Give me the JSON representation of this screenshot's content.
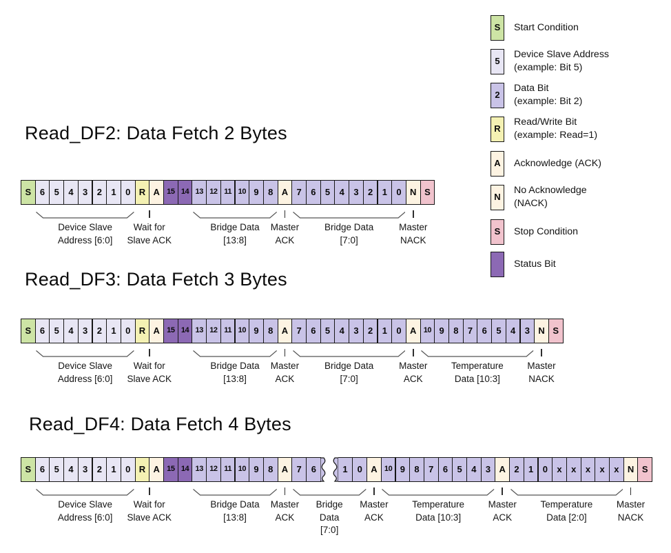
{
  "colors": {
    "start": "#cde4a5",
    "addr": "#e8e6f4",
    "data": "#c9c3e7",
    "status": "#8c69b4",
    "rw": "#f4f1b3",
    "ack": "#fdf3e2",
    "stop": "#f1c3cd",
    "border": "#161616",
    "brace": "#555555"
  },
  "legend": {
    "items": [
      {
        "symbol": "S",
        "kind": "start",
        "lines": [
          "Start Condition"
        ]
      },
      {
        "symbol": "5",
        "kind": "addr",
        "lines": [
          "Device Slave Address",
          "(example: Bit 5)"
        ]
      },
      {
        "symbol": "2",
        "kind": "data",
        "lines": [
          "Data Bit",
          "(example: Bit 2)"
        ]
      },
      {
        "symbol": "R",
        "kind": "rw",
        "lines": [
          "Read/Write Bit",
          "(example: Read=1)"
        ]
      },
      {
        "symbol": "A",
        "kind": "ack",
        "lines": [
          "Acknowledge (ACK)"
        ]
      },
      {
        "symbol": "N",
        "kind": "ack",
        "lines": [
          "No Acknowledge",
          "(NACK)"
        ]
      },
      {
        "symbol": "S",
        "kind": "stop",
        "lines": [
          "Stop Condition"
        ]
      },
      {
        "symbol": "",
        "kind": "status",
        "lines": [
          "Status Bit"
        ]
      }
    ]
  },
  "frames": [
    {
      "title": "Read_DF2: Data Fetch 2 Bytes",
      "cells": [
        [
          "S",
          "start"
        ],
        [
          "6",
          "addr"
        ],
        [
          "5",
          "addr"
        ],
        [
          "4",
          "addr"
        ],
        [
          "3",
          "addr"
        ],
        [
          "2",
          "addr"
        ],
        [
          "1",
          "addr"
        ],
        [
          "0",
          "addr"
        ],
        [
          "R",
          "rw"
        ],
        [
          "A",
          "ack"
        ],
        [
          "15",
          "status"
        ],
        [
          "14",
          "status"
        ],
        [
          "13",
          "data"
        ],
        [
          "12",
          "data"
        ],
        [
          "11",
          "data"
        ],
        [
          "10",
          "data"
        ],
        [
          "9",
          "data"
        ],
        [
          "8",
          "data"
        ],
        [
          "A",
          "ack"
        ],
        [
          "7",
          "data"
        ],
        [
          "6",
          "data"
        ],
        [
          "5",
          "data"
        ],
        [
          "4",
          "data"
        ],
        [
          "3",
          "data"
        ],
        [
          "2",
          "data"
        ],
        [
          "1",
          "data"
        ],
        [
          "0",
          "data"
        ],
        [
          "N",
          "ack"
        ],
        [
          "S",
          "stop"
        ]
      ],
      "groups": [
        {
          "kind": "brace",
          "from": 1,
          "to": 7,
          "lines": [
            "Device Slave",
            "Address [6:0]"
          ]
        },
        {
          "kind": "tick",
          "from": 8,
          "to": 9,
          "lines": [
            "Wait for",
            "Slave ACK"
          ]
        },
        {
          "kind": "brace",
          "from": 12,
          "to": 17,
          "lines": [
            "Bridge Data",
            "[13:8]"
          ]
        },
        {
          "kind": "tick",
          "from": 18,
          "to": 18,
          "lines": [
            "Master",
            "ACK"
          ]
        },
        {
          "kind": "brace",
          "from": 19,
          "to": 26,
          "lines": [
            "Bridge Data",
            "[7:0]"
          ]
        },
        {
          "kind": "tick",
          "from": 27,
          "to": 27,
          "lines": [
            "Master",
            "NACK"
          ]
        }
      ]
    },
    {
      "title": "Read_DF3: Data Fetch 3 Bytes",
      "cells": [
        [
          "S",
          "start"
        ],
        [
          "6",
          "addr"
        ],
        [
          "5",
          "addr"
        ],
        [
          "4",
          "addr"
        ],
        [
          "3",
          "addr"
        ],
        [
          "2",
          "addr"
        ],
        [
          "1",
          "addr"
        ],
        [
          "0",
          "addr"
        ],
        [
          "R",
          "rw"
        ],
        [
          "A",
          "ack"
        ],
        [
          "15",
          "status"
        ],
        [
          "14",
          "status"
        ],
        [
          "13",
          "data"
        ],
        [
          "12",
          "data"
        ],
        [
          "11",
          "data"
        ],
        [
          "10",
          "data"
        ],
        [
          "9",
          "data"
        ],
        [
          "8",
          "data"
        ],
        [
          "A",
          "ack"
        ],
        [
          "7",
          "data"
        ],
        [
          "6",
          "data"
        ],
        [
          "5",
          "data"
        ],
        [
          "4",
          "data"
        ],
        [
          "3",
          "data"
        ],
        [
          "2",
          "data"
        ],
        [
          "1",
          "data"
        ],
        [
          "0",
          "data"
        ],
        [
          "A",
          "ack"
        ],
        [
          "10",
          "data"
        ],
        [
          "9",
          "data"
        ],
        [
          "8",
          "data"
        ],
        [
          "7",
          "data"
        ],
        [
          "6",
          "data"
        ],
        [
          "5",
          "data"
        ],
        [
          "4",
          "data"
        ],
        [
          "3",
          "data"
        ],
        [
          "N",
          "ack"
        ],
        [
          "S",
          "stop"
        ]
      ],
      "groups": [
        {
          "kind": "brace",
          "from": 1,
          "to": 7,
          "lines": [
            "Device Slave",
            "Address [6:0]"
          ]
        },
        {
          "kind": "tick",
          "from": 8,
          "to": 9,
          "lines": [
            "Wait for",
            "Slave ACK"
          ]
        },
        {
          "kind": "brace",
          "from": 12,
          "to": 17,
          "lines": [
            "Bridge Data",
            "[13:8]"
          ]
        },
        {
          "kind": "tick",
          "from": 18,
          "to": 18,
          "lines": [
            "Master",
            "ACK"
          ]
        },
        {
          "kind": "brace",
          "from": 19,
          "to": 26,
          "lines": [
            "Bridge Data",
            "[7:0]"
          ]
        },
        {
          "kind": "tick",
          "from": 27,
          "to": 27,
          "lines": [
            "Master",
            "ACK"
          ]
        },
        {
          "kind": "brace",
          "from": 28,
          "to": 35,
          "lines": [
            "Temperature",
            "Data [10:3]"
          ]
        },
        {
          "kind": "tick",
          "from": 36,
          "to": 36,
          "lines": [
            "Master",
            "NACK"
          ]
        }
      ]
    },
    {
      "title": "Read_DF4: Data Fetch 4 Bytes",
      "cells": [
        [
          "S",
          "start"
        ],
        [
          "6",
          "addr"
        ],
        [
          "5",
          "addr"
        ],
        [
          "4",
          "addr"
        ],
        [
          "3",
          "addr"
        ],
        [
          "2",
          "addr"
        ],
        [
          "1",
          "addr"
        ],
        [
          "0",
          "addr"
        ],
        [
          "R",
          "rw"
        ],
        [
          "A",
          "ack"
        ],
        [
          "15",
          "status"
        ],
        [
          "14",
          "status"
        ],
        [
          "13",
          "data"
        ],
        [
          "12",
          "data"
        ],
        [
          "11",
          "data"
        ],
        [
          "10",
          "data"
        ],
        [
          "9",
          "data"
        ],
        [
          "8",
          "data"
        ],
        [
          "A",
          "ack"
        ],
        [
          "7",
          "data"
        ],
        [
          "6",
          "data"
        ],
        [
          "",
          "gap"
        ],
        [
          "1",
          "data"
        ],
        [
          "0",
          "data"
        ],
        [
          "A",
          "ack"
        ],
        [
          "10",
          "data"
        ],
        [
          "9",
          "data"
        ],
        [
          "8",
          "data"
        ],
        [
          "7",
          "data"
        ],
        [
          "6",
          "data"
        ],
        [
          "5",
          "data"
        ],
        [
          "4",
          "data"
        ],
        [
          "3",
          "data"
        ],
        [
          "A",
          "ack"
        ],
        [
          "2",
          "data"
        ],
        [
          "1",
          "data"
        ],
        [
          "0",
          "data"
        ],
        [
          "x",
          "data"
        ],
        [
          "x",
          "data"
        ],
        [
          "x",
          "data"
        ],
        [
          "x",
          "data"
        ],
        [
          "x",
          "data"
        ],
        [
          "N",
          "ack"
        ],
        [
          "S",
          "stop"
        ]
      ],
      "groups": [
        {
          "kind": "brace",
          "from": 1,
          "to": 7,
          "lines": [
            "Device Slave",
            "Address [6:0]"
          ]
        },
        {
          "kind": "tick",
          "from": 8,
          "to": 9,
          "lines": [
            "Wait for",
            "Slave ACK"
          ]
        },
        {
          "kind": "brace",
          "from": 12,
          "to": 17,
          "lines": [
            "Bridge Data",
            "[13:8]"
          ]
        },
        {
          "kind": "tick",
          "from": 18,
          "to": 18,
          "lines": [
            "Master",
            "ACK"
          ]
        },
        {
          "kind": "brace",
          "from": 19,
          "to": 23,
          "lines": [
            "Bridge",
            "Data",
            "[7:0]"
          ]
        },
        {
          "kind": "tick",
          "from": 24,
          "to": 24,
          "lines": [
            "Master",
            "ACK"
          ]
        },
        {
          "kind": "brace",
          "from": 25,
          "to": 32,
          "lines": [
            "Temperature",
            "Data [10:3]"
          ]
        },
        {
          "kind": "tick",
          "from": 33,
          "to": 33,
          "lines": [
            "Master",
            "ACK"
          ]
        },
        {
          "kind": "brace",
          "from": 34,
          "to": 41,
          "lines": [
            "Temperature",
            "Data [2:0]"
          ]
        },
        {
          "kind": "tick",
          "from": 42,
          "to": 42,
          "lines": [
            "Master",
            "NACK"
          ]
        }
      ]
    }
  ]
}
